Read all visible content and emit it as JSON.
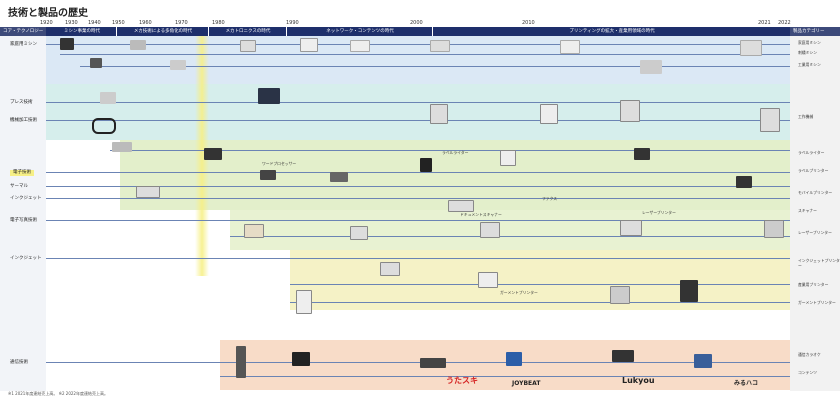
{
  "title": "技術と製品の歴史",
  "years": [
    "1920",
    "1930",
    "1940",
    "1950",
    "1960",
    "1970",
    "1980",
    "1990",
    "2000",
    "2010",
    "2021",
    "2022"
  ],
  "eras": [
    {
      "label": "ミシン事業の時代"
    },
    {
      "label": "メカ技術による多角化の時代"
    },
    {
      "label": "メカトロニクスの時代"
    },
    {
      "label": "ネットワーク・コンテンツの時代"
    },
    {
      "label": "プリンティングの拡大・産業用領域の時代"
    }
  ],
  "core_header": "コア・テクノロジー",
  "products_header": "製品カテゴリー",
  "categories": [
    {
      "label": "家庭用ミシン"
    },
    {
      "label": "プレス技術"
    },
    {
      "label": "機械加工技術"
    },
    {
      "label": "電子技術"
    },
    {
      "label": "サーマル"
    },
    {
      "label": "インクジェット"
    },
    {
      "label": "電子写真技術"
    },
    {
      "label": "インクジェット"
    },
    {
      "label": "通信技術"
    }
  ],
  "right_labels": [
    {
      "label": "家庭用ミシン"
    },
    {
      "label": "刺繍ミシン"
    },
    {
      "label": "工業用ミシン"
    },
    {
      "label": "工作機械"
    },
    {
      "label": "ラベルライター"
    },
    {
      "label": "ラベルプリンター"
    },
    {
      "label": "モバイルプリンター"
    },
    {
      "label": "スキャナー"
    },
    {
      "label": "レーザープリンター"
    },
    {
      "label": "インクジェットプリンター"
    },
    {
      "label": "産業用プリンター"
    },
    {
      "label": "ガーメントプリンター"
    },
    {
      "label": "通信カラオケ"
    },
    {
      "label": "コンテンツ"
    }
  ],
  "callouts": [
    {
      "label": "ワードプロセッサー"
    },
    {
      "label": "ラベルライター"
    },
    {
      "label": "ファクス"
    },
    {
      "label": "レーザープリンター"
    },
    {
      "label": "ドキュメントスキャナー"
    },
    {
      "label": "ガーメントプリンター"
    }
  ],
  "stamps": {
    "utasuki": "うたスキ",
    "joybeat": "JOYBEAT",
    "lukyou": "Lukyou",
    "mihako": "みるハコ"
  },
  "footnote": "※1 2021年度連結売上高。 ※2 2022年度連結売上高。",
  "colors": {
    "navy": "#1e2f6b",
    "blue_band": "#dbe8f5",
    "teal_band": "#d6eeec",
    "green_band": "#e3efcb",
    "yellow_band": "#f5f2c6",
    "peach_band": "#f8dcc8",
    "highlight": "#f6ef86"
  }
}
